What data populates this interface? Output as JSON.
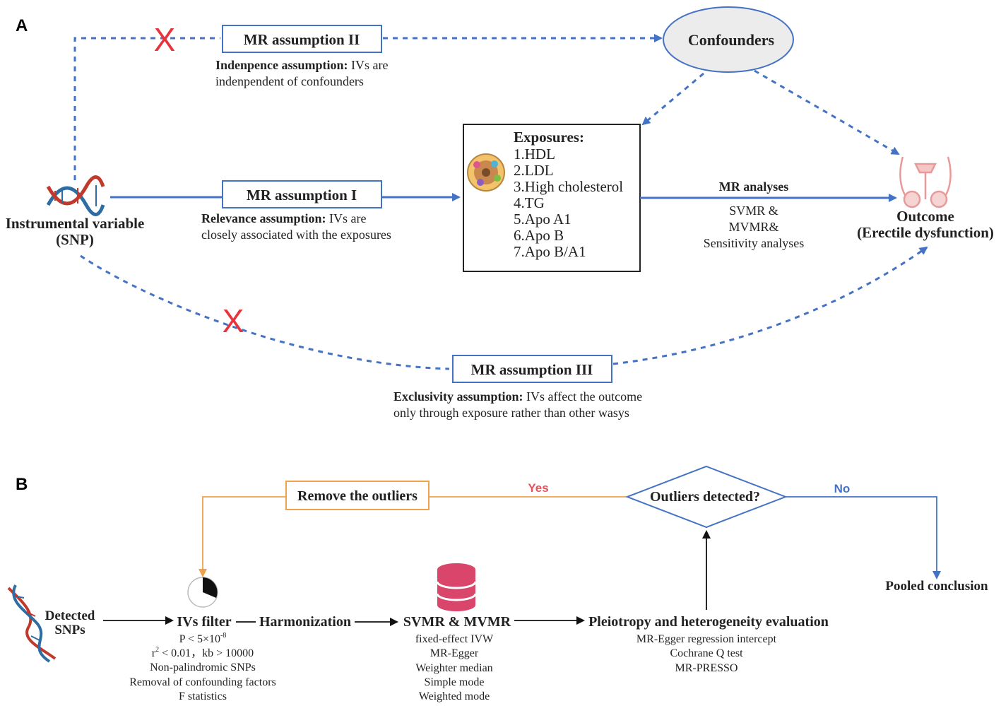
{
  "panel_a": {
    "label": "A",
    "assumption_2": {
      "box": "MR assumption II",
      "desc_bold": "Indenpence assumption:",
      "desc_1": " IVs are",
      "desc_2": "indenpendent of confounders"
    },
    "confounders": "Confounders",
    "instrument": {
      "line1": "Instrumental variable",
      "line2": "(SNP)"
    },
    "assumption_1": {
      "box": "MR assumption I",
      "desc_bold": "Relevance assumption:",
      "desc_1": " IVs are",
      "desc_2": "closely associated with the exposures"
    },
    "exposures": {
      "title": "Exposures:",
      "items": [
        "1.HDL",
        "2.LDL",
        "3.High cholesterol",
        "4.TG",
        "5.Apo A1",
        "6.Apo B",
        "7.Apo B/A1"
      ]
    },
    "mr_analyses": {
      "title": "MR analyses",
      "line1": "SVMR &",
      "line2": "MVMR&",
      "line3": "Sensitivity analyses"
    },
    "outcome": {
      "line1": "Outcome",
      "line2": "(Erectile dysfunction)"
    },
    "assumption_3": {
      "box": "MR assumption III",
      "desc_bold": "Exclusivity assumption:",
      "desc_1": " IVs affect the outcome",
      "desc_2": "only through exposure rather than other wasys"
    },
    "cross_mark": "X"
  },
  "panel_b": {
    "label": "B",
    "remove_outliers": "Remove the outliers",
    "yes": "Yes",
    "no": "No",
    "outliers_detected": "Outliers detected?",
    "pooled_conclusion": "Pooled conclusion",
    "detected_snps": {
      "line1": "Detected",
      "line2": "SNPs"
    },
    "ivs_filter": {
      "title": "IVs filter",
      "p_prefix": "P < 5×10",
      "p_exp": "-8",
      "r2_prefix": "r",
      "r2_exp": "2",
      "r2_rest": " < 0.01，kb > 10000",
      "items": [
        "Non-palindromic SNPs",
        "Removal of confounding factors",
        "F statistics"
      ]
    },
    "harmonization": "Harmonization",
    "svmr_mvmr": {
      "title": "SVMR & MVMR",
      "items": [
        "fixed-effect IVW",
        "MR-Egger",
        "Weighter median",
        "Simple mode",
        "Weighted mode"
      ]
    },
    "pleiotropy": {
      "title": "Pleiotropy and heterogeneity evaluation",
      "items": [
        "MR-Egger regression intercept",
        "Cochrane Q test",
        "MR-PRESSO"
      ]
    }
  },
  "colors": {
    "blue": "#4472c4",
    "red_cross": "#e8323c",
    "orange": "#f0a24a",
    "yes_red": "#e8505b",
    "database_pink": "#d9456b",
    "dna_red": "#c0392b",
    "dna_blue": "#2e6da4"
  },
  "icons": [
    "dna-icon",
    "lipoprotein-icon",
    "reproductive-organ-icon",
    "pie-timer-icon",
    "database-icon"
  ]
}
